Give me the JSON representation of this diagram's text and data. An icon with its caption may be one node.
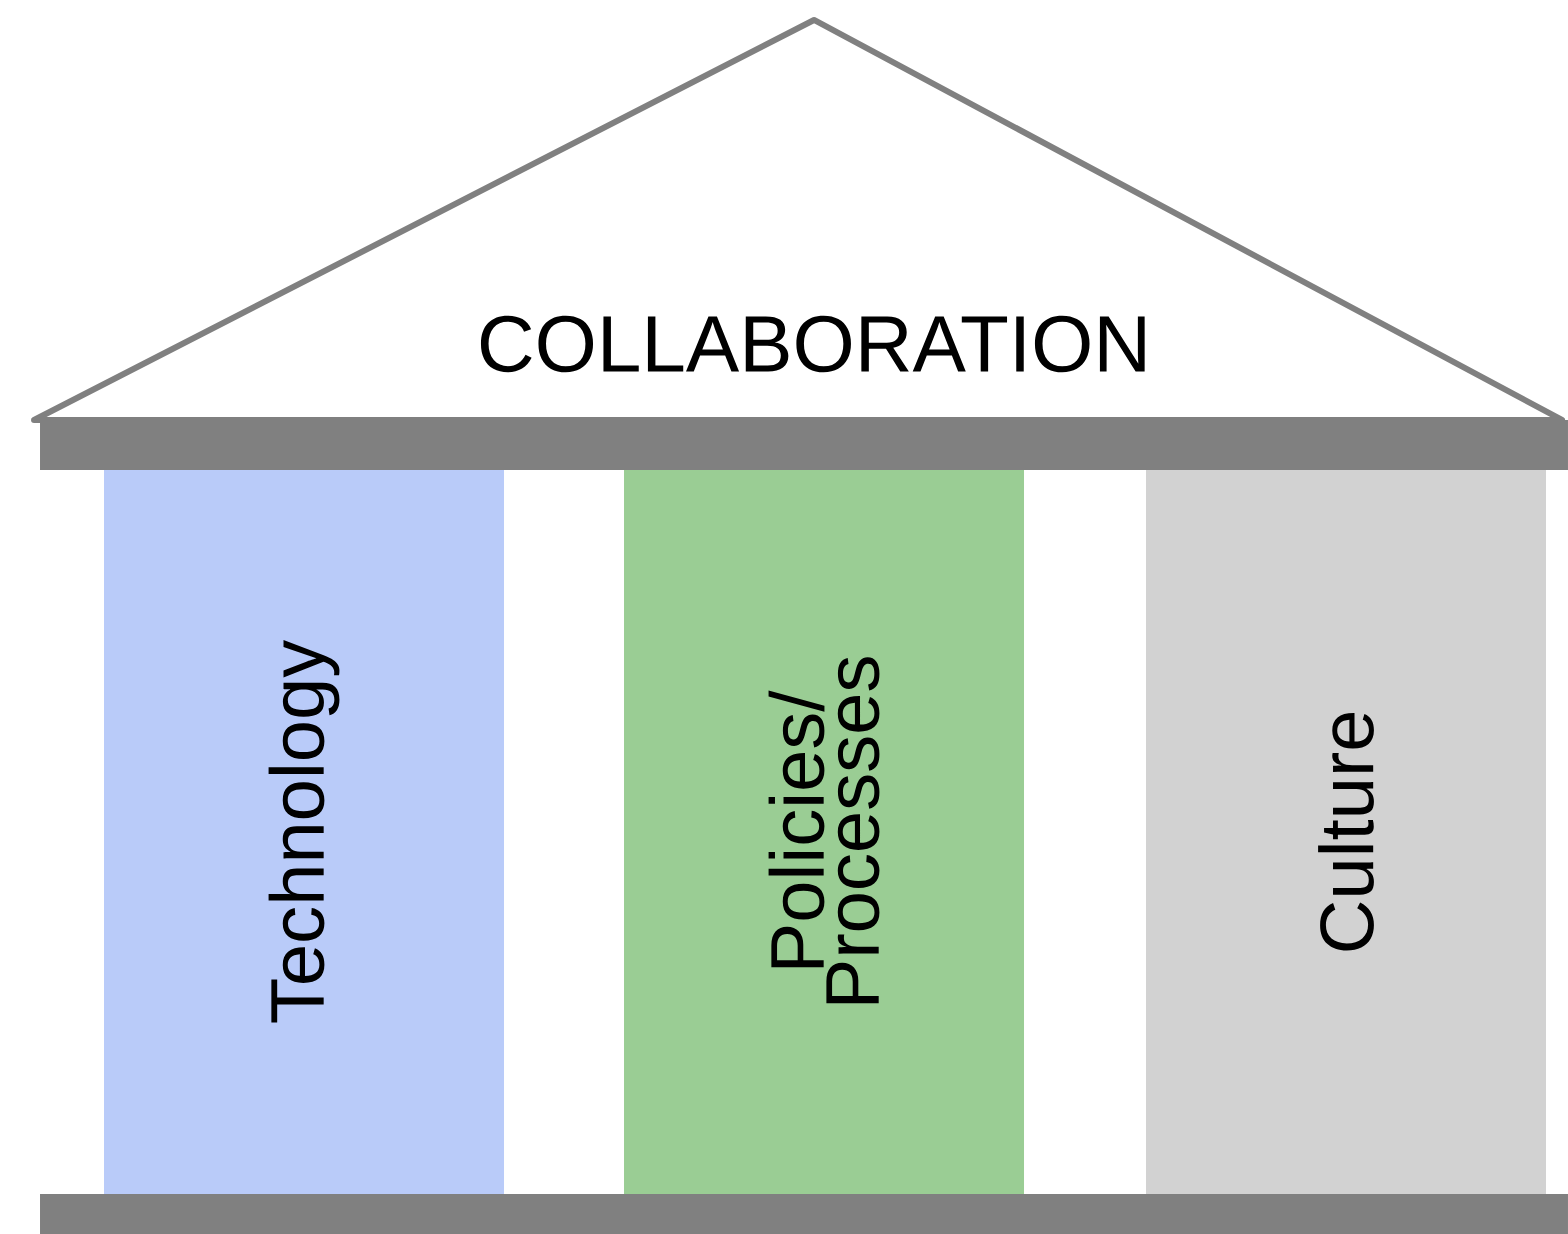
{
  "diagram": {
    "nodes": [
      {
        "text": [
          "COLLABORATION"
        ]
      },
      {
        "text": [],
        "shape": "bar"
      },
      {
        "text": [
          "Technology"
        ]
      },
      {
        "text": [
          "Policies/ Processes"
        ]
      },
      {
        "text": [
          "Culture"
        ]
      },
      {
        "text": [],
        "shape": "bar"
      }
    ]
  }
}
